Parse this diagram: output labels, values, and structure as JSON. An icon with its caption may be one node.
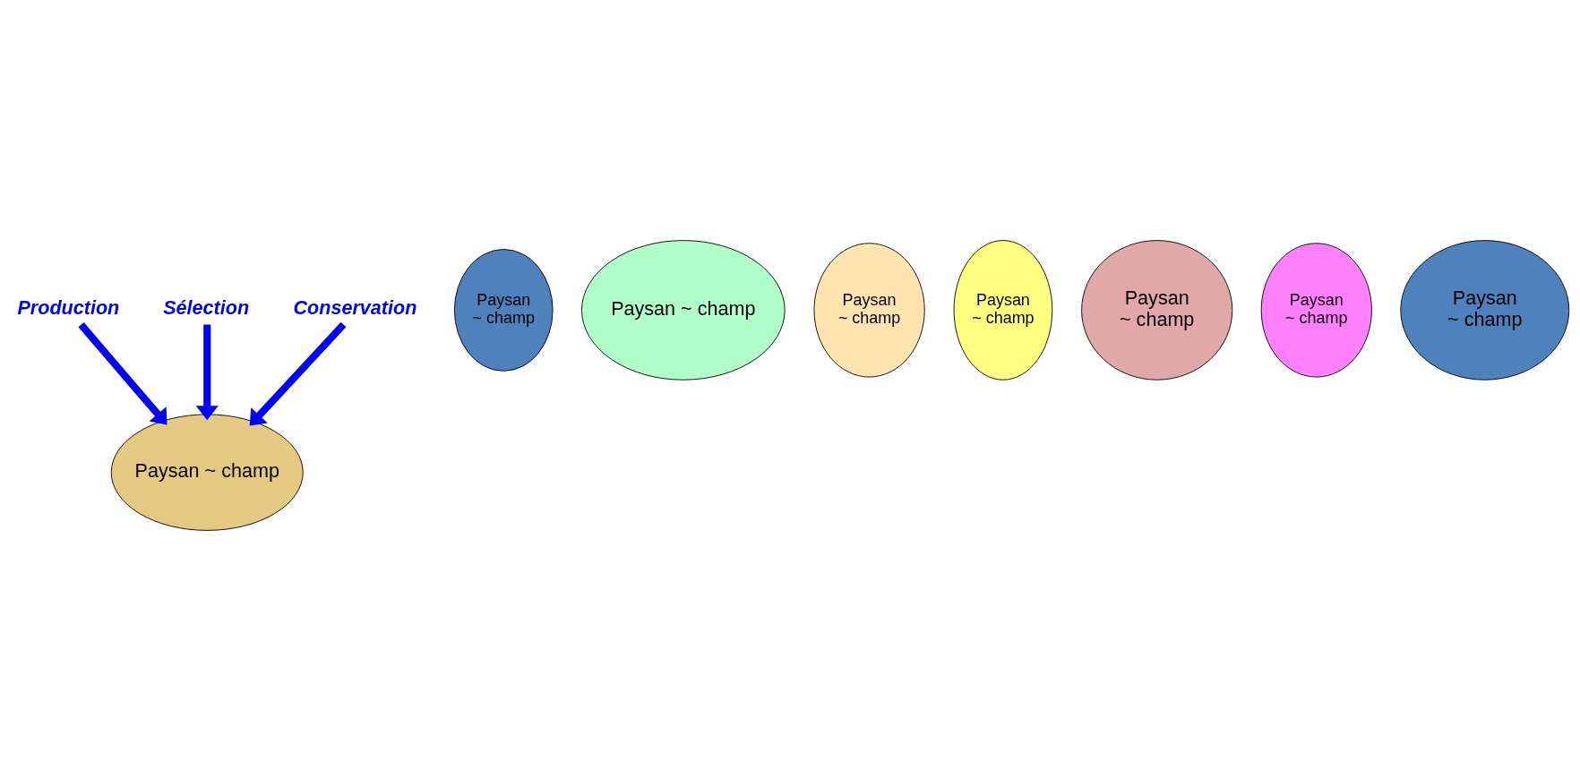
{
  "diagram": {
    "nodes": [
      {
        "text": [
          "Paysan ~ champ"
        ]
      },
      {
        "text": [
          "Paysan ~ champ"
        ]
      },
      {
        "text": [
          "Paysan ~ champ"
        ]
      },
      {
        "text": [
          "Paysan ~ champ"
        ]
      },
      {
        "text": [
          "Paysan ~ champ"
        ]
      },
      {
        "text": [
          "Paysan ~ champ"
        ]
      },
      {
        "text": [
          "Paysan ~ champ"
        ]
      },
      {
        "text": [
          "Paysan ~ champ"
        ]
      },
      {
        "text": [
          "Production"
        ]
      },
      {
        "text": [
          "Sélection"
        ]
      },
      {
        "text": [
          "Conservation"
        ]
      }
    ],
    "edges": [
      {
        "from": 8,
        "to": 0,
        "arrow": "to"
      },
      {
        "from": 9,
        "to": 0,
        "arrow": "to"
      },
      {
        "from": 10,
        "to": 0,
        "arrow": "to"
      }
    ]
  }
}
